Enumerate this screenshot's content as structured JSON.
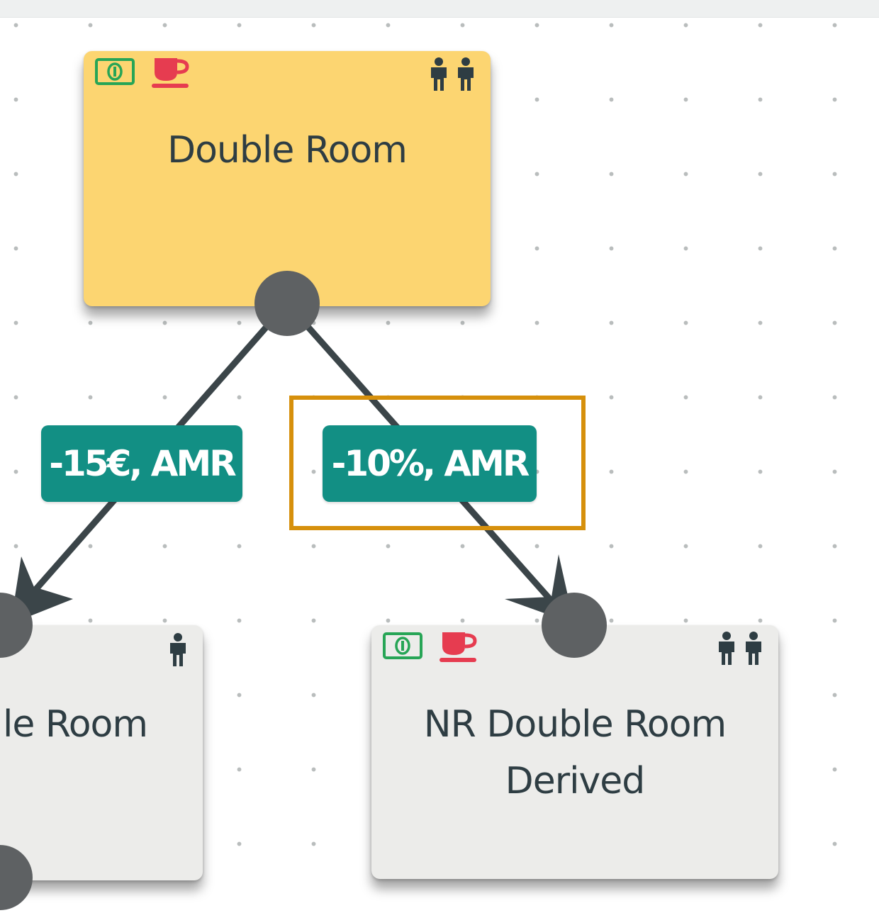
{
  "canvas": {
    "background": "#ffffff",
    "grid": "dotted"
  },
  "colors": {
    "base_node": "#fcd571",
    "derived_node": "#ececea",
    "edge": "#3b4549",
    "edge_label_bg": "#128f84",
    "selection": "#d6900c",
    "money_icon": "#27a556",
    "breakfast_icon": "#e63c50",
    "person_icon": "#2e3d43"
  },
  "nodes": {
    "base": {
      "title": "Double Room",
      "icons": [
        "money-icon",
        "breakfast-cup-icon",
        "two-persons-icon"
      ]
    },
    "left_child": {
      "title": "le Room",
      "icons": [
        "one-person-icon"
      ]
    },
    "right_child": {
      "title_line1": "NR Double Room",
      "title_line2": "Derived",
      "icons": [
        "money-icon",
        "breakfast-cup-icon",
        "two-persons-icon"
      ]
    }
  },
  "edges": [
    {
      "label": "-15€, AMR",
      "from": "Double Room",
      "to": "le Room",
      "selected": false
    },
    {
      "label": "-10%, AMR",
      "from": "Double Room",
      "to": "NR Double Room Derived",
      "selected": true
    }
  ]
}
